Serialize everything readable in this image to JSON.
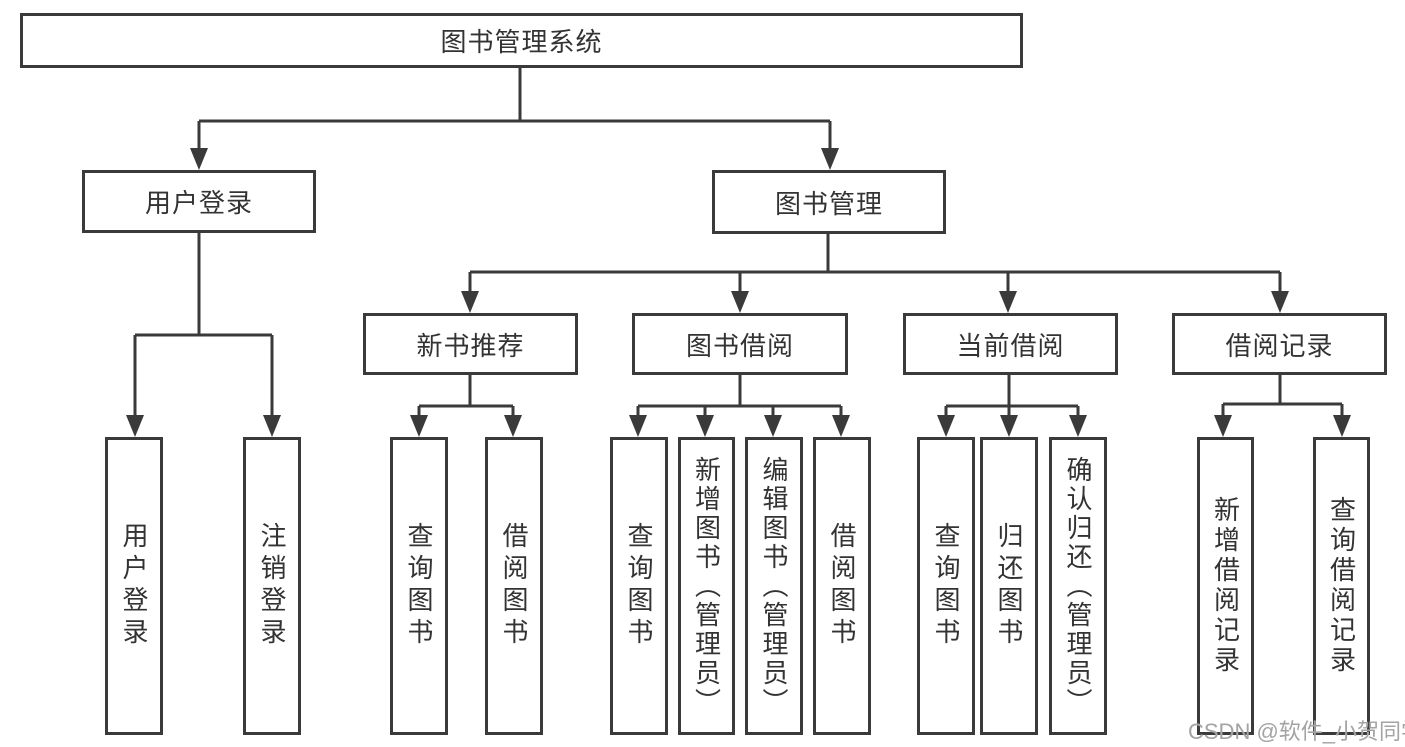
{
  "diagram_type": "hierarchy-tree",
  "tree": {
    "label": "图书管理系统",
    "children": [
      {
        "label": "用户登录",
        "children": [
          {
            "label": "用户登录"
          },
          {
            "label": "注销登录"
          }
        ]
      },
      {
        "label": "图书管理",
        "children": [
          {
            "label": "新书推荐",
            "children": [
              {
                "label": "查询图书"
              },
              {
                "label": "借阅图书"
              }
            ]
          },
          {
            "label": "图书借阅",
            "children": [
              {
                "label": "查询图书"
              },
              {
                "label": "新增图书（管理员）"
              },
              {
                "label": "编辑图书（管理员）"
              },
              {
                "label": "借阅图书"
              }
            ]
          },
          {
            "label": "当前借阅",
            "children": [
              {
                "label": "查询图书"
              },
              {
                "label": "归还图书"
              },
              {
                "label": "确认归还（管理员）"
              }
            ]
          },
          {
            "label": "借阅记录",
            "children": [
              {
                "label": "新增借阅记录"
              },
              {
                "label": "查询借阅记录"
              }
            ]
          }
        ]
      }
    ]
  },
  "watermark": "CSDN @软件_小贺同学",
  "colors": {
    "line": "#3a3a3a",
    "box_border": "#3a3a3a",
    "text": "#333333",
    "background": "#ffffff",
    "watermark": "#a3a3a3"
  }
}
